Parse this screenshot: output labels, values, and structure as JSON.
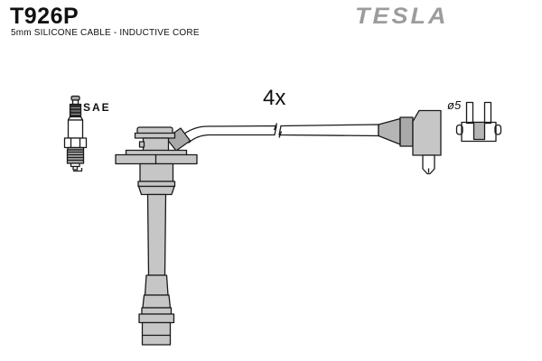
{
  "header": {
    "part_number": "T926P",
    "subtitle": "5mm SILICONE CABLE - INDUCTIVE CORE",
    "brand": "TESLA"
  },
  "labels": {
    "spark_plug_standard": "SAE",
    "quantity": "4x",
    "terminal_diameter": "ø5"
  },
  "colors": {
    "boot_fill": "#c6c6c6",
    "boot_shade": "#a9a9a9",
    "dark_detail": "#2e2e2e",
    "outline": "#1a1a1a",
    "logo_gray": "#9c9c9c",
    "text_color": "#111111",
    "background": "#ffffff"
  }
}
